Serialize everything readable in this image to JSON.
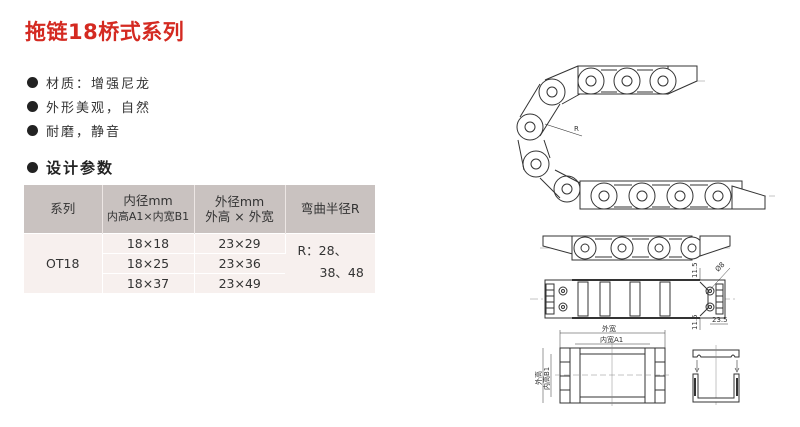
{
  "title": "拖链18桥式系列",
  "features": [
    "材质：增强尼龙",
    "外形美观，自然",
    "耐磨，静音"
  ],
  "section_title": "设计参数",
  "table": {
    "headers": [
      {
        "line1": "系列",
        "line2": ""
      },
      {
        "line1": "内径mm",
        "line2": "内高A1×内宽B1"
      },
      {
        "line1": "外径mm",
        "line2": "外高 × 外宽"
      },
      {
        "line1": "弯曲半径R",
        "line2": ""
      }
    ],
    "series": "OT18",
    "rows": [
      {
        "inner": "18×18",
        "outer": "23×29"
      },
      {
        "inner": "18×25",
        "outer": "23×36"
      },
      {
        "inner": "18×37",
        "outer": "23×49"
      }
    ],
    "radius_line1": "R：28、",
    "radius_line2": "38、48"
  },
  "drawing": {
    "radius_label": "R",
    "dim_11_5_top": "11.5",
    "dim_11_5_bottom": "11.5",
    "dim_phi": "Ø8",
    "dim_23_5": "23.5",
    "outer_width_label": "外宽",
    "inner_width_label": "内宽A1",
    "outer_height_label": "外高",
    "inner_height_label": "内高B1"
  },
  "colors": {
    "title_red": "#d42a21",
    "table_header_bg": "#c9c2c0",
    "table_body_bg": "#f7f0ee"
  }
}
